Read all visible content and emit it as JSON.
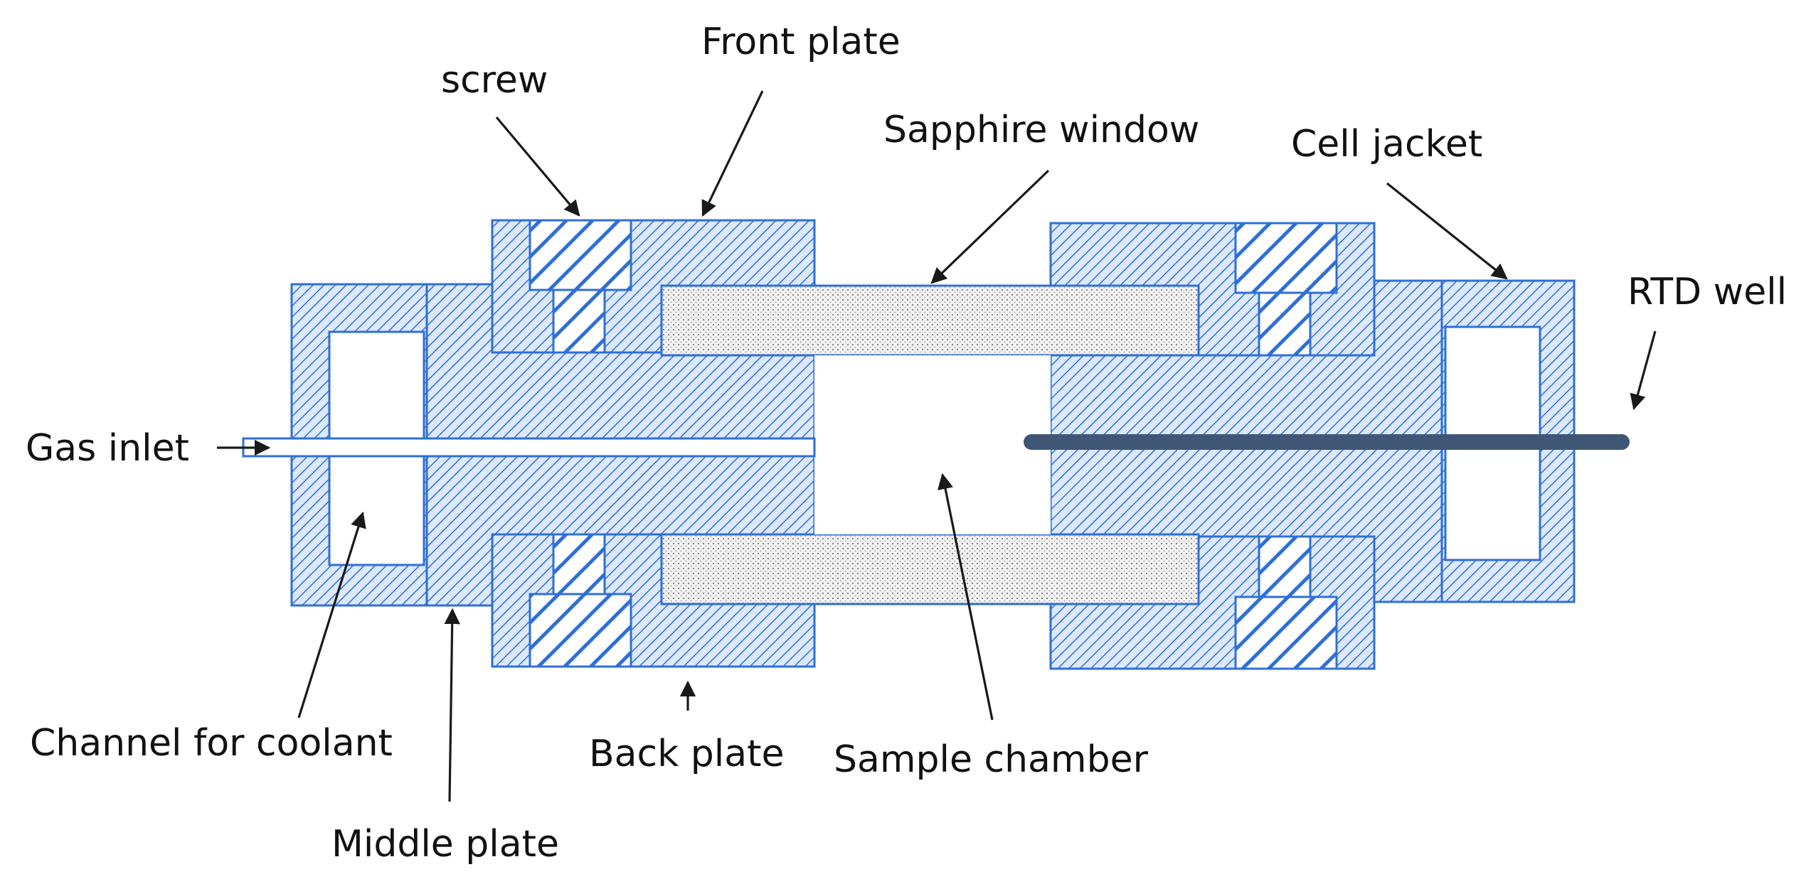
{
  "labels": {
    "screw": "screw",
    "front_plate": "Front plate",
    "sapphire_window": "Sapphire window",
    "cell_jacket": "Cell jacket",
    "rtd_well": "RTD well",
    "gas_inlet": "Gas inlet",
    "channel_for_coolant": "Channel for coolant",
    "back_plate": "Back plate",
    "sample_chamber": "Sample chamber",
    "middle_plate": "Middle plate"
  },
  "colors": {
    "outline": "#2f6fd6",
    "hatch_fill": "#dce8fb",
    "hatch_line": "#2f6fd6",
    "window_fill": "#f1f1f1",
    "rtd_rod": "#3f5674",
    "text": "#111111"
  }
}
